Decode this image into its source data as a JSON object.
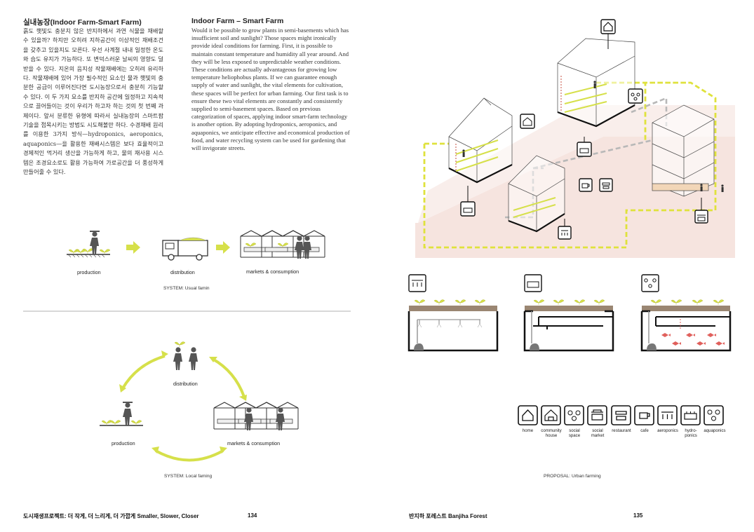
{
  "left_page": {
    "korean_title": "실내농장(Indoor Farm-Smart Farm)",
    "korean_body": "흙도 햇빛도 충분치 않은 반지하에서 과연 식물을 재배할 수 있을까? 하지만 오히려 지하공간이 이상적인 재배조건을 갖추고 있을지도 모른다. 우선 사계절 내내 일정한 온도와 습도 유지가 가능하다. 또 변덕스러운 날씨의 영향도 덜 받을 수 있다. 지온의 음지성 작물재배에는 오히려 유리하다. 작물재배에 있어 가장 필수적인 요소인 물과 햇빛의 충분한 공급이 이루어진다면 도시농장으로서 충분히 기능할 수 있다. 이 두 가지 요소를 반지하 공간에 일정하고 지속적으로 끌어들이는 것이 우리가 하고자 하는 것의 첫 번째 과제이다. 앞서 분류한 유형에 따라서 실내농장의 스마트팜 기술을 접목시키는 방법도 시도해볼만 하다. 수경재배 원리를 이용한 3가지 방식—hydroponics, aeroponics, aquaponics—을 활용한 재배시스템은 보다 효율적이고 경제적인 먹거리 생산을 가능하게 하고, 물의 재사용 시스템은 조경요소로도 활용 가능하여 가로공간을 더 풍성하게 만들어줄 수 있다.",
    "english_title": "Indoor Farm – Smart Farm",
    "english_body": "Would it be possible to grow plants in semi-basements which has insufficient soil and sunlight? Those spaces might ironically provide ideal conditions for farming. First, it is possible to maintain constant temperature and humidity all year around. And they will be less exposed to unpredictable weather conditions. These conditions are actually advantageous for growing low temperature heliophobus plants. If we can guarantee enough supply of water and sunlight, the vital elements for cultivation, these spaces will be perfect for urban farming. Our first task is to ensure these two vital elements are constantly and consistently supplied to semi-basement spaces. Based on previous categorization of spaces, applying indoor smart-farm technology is another option. By adopting hydroponics, aeroponics, and aquaponics, we anticipate effective and economical production of food, and water recycling system can be used for gardening that will invigorate streets.",
    "usual_system": {
      "labels": [
        "production",
        "distribution",
        "markets & consumption"
      ],
      "caption": "SYSTEM: Usual famin"
    },
    "local_system": {
      "labels": [
        "distribution",
        "production",
        "markets & consumption"
      ],
      "caption": "SYSTEM: Local faming"
    },
    "footer_title": "도시재생프로젝트: 더 작게, 더 느리게, 더 가깝게 Smaller, Slower, Closer",
    "page_number": "134"
  },
  "right_page": {
    "caption": "PROPOSAL: Urban farming",
    "legend": [
      {
        "icon": "home-icon",
        "label": "home"
      },
      {
        "icon": "community-house-icon",
        "label": "community house"
      },
      {
        "icon": "social-space-icon",
        "label": "social space"
      },
      {
        "icon": "social-market-icon",
        "label": "social market"
      },
      {
        "icon": "restaurant-icon",
        "label": "restaurant"
      },
      {
        "icon": "cafe-icon",
        "label": "cafe"
      },
      {
        "icon": "aeroponics-icon",
        "label": "aeroponics"
      },
      {
        "icon": "hydroponics-icon",
        "label": "hydro-ponics"
      },
      {
        "icon": "aquaponics-icon",
        "label": "aquaponics"
      }
    ],
    "footer_title": "반지하 포레스트 Banjiha Forest",
    "page_number": "135"
  },
  "colors": {
    "accent_green": "#d6e04a",
    "dashed_yellow": "#dfe23c",
    "soil_brown": "#9a8672",
    "ground_pink": "#f6e4df",
    "fish_red": "#e0605c",
    "grey_dash": "#b8b8b8"
  }
}
